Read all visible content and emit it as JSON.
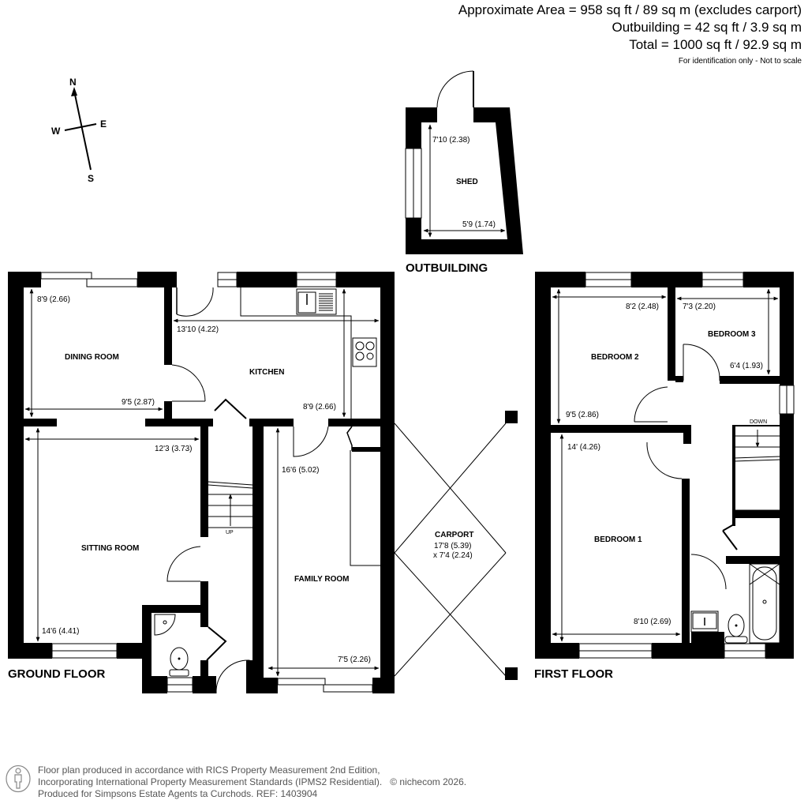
{
  "header": {
    "approx_area": "Approximate Area = 958 sq ft / 89 sq m (excludes carport)",
    "outbuilding_area": "Outbuilding = 42 sq ft / 3.9 sq m",
    "total_area": "Total = 1000 sq ft / 92.9 sq m",
    "note": "For identification only - Not to scale"
  },
  "compass": {
    "north": "N",
    "south": "S",
    "east": "E",
    "west": "W"
  },
  "outbuilding": {
    "label": "OUTBUILDING",
    "rooms": [
      {
        "name": "SHED",
        "dim_length": "7'10 (2.38)",
        "dim_width": "5'9 (1.74)"
      }
    ]
  },
  "ground_floor": {
    "label": "GROUND FLOOR",
    "rooms": {
      "dining_room": {
        "name": "DINING ROOM",
        "dim_height": "8'9 (2.66)",
        "dim_width": "9'5 (2.87)"
      },
      "kitchen": {
        "name": "KITCHEN",
        "dim_width": "13'10 (4.22)",
        "dim_height": "8'9 (2.66)"
      },
      "sitting_room": {
        "name": "SITTING ROOM",
        "dim_width": "12'3 (3.73)",
        "dim_height": "14'6 (4.41)"
      },
      "family_room": {
        "name": "FAMILY ROOM",
        "dim_height": "16'6 (5.02)",
        "dim_width": "7'5 (2.26)"
      },
      "carport": {
        "name": "CARPORT",
        "dim_line1": "17'8 (5.39)",
        "dim_line2": "x 7'4 (2.24)"
      }
    },
    "stairs_label": "UP"
  },
  "first_floor": {
    "label": "FIRST FLOOR",
    "rooms": {
      "bedroom_2": {
        "name": "BEDROOM 2",
        "dim_width": "8'2 (2.48)",
        "dim_height": "9'5 (2.86)"
      },
      "bedroom_3": {
        "name": "BEDROOM 3",
        "dim_width": "7'3 (2.20)",
        "dim_height": "6'4 (1.93)"
      },
      "bedroom_1": {
        "name": "BEDROOM 1",
        "dim_height": "14' (4.26)",
        "dim_width": "8'10 (2.69)"
      }
    },
    "stairs_label": "DOWN"
  },
  "footer": {
    "line1": "Floor plan produced in accordance with RICS Property Measurement 2nd Edition,",
    "line2": "Incorporating International Property Measurement Standards (IPMS2 Residential).",
    "copyright": "© nichecom 2026.",
    "line3": "Produced for Simpsons Estate Agents ta Curchods.   REF: 1403904"
  }
}
